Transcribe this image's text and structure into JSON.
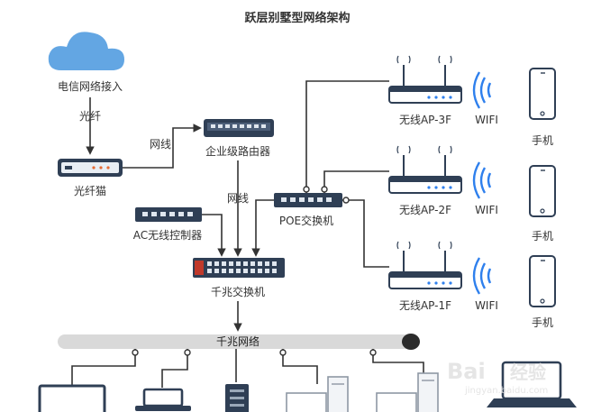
{
  "title": "跃层别墅型网络架构",
  "nodes": {
    "isp": "电信网络接入",
    "fiber": "光纤",
    "modem": "光纤猫",
    "cable1": "网线",
    "router": "企业级路由器",
    "cable2": "网线",
    "ac": "AC无线控制器",
    "poe": "POE交换机",
    "gigabit_switch": "千兆交换机",
    "backbone": "千兆网络"
  },
  "access_points": [
    {
      "label": "无线AP-3F",
      "wifi": "WIFI",
      "phone": "手机"
    },
    {
      "label": "无线AP-2F",
      "wifi": "WIFI",
      "phone": "手机"
    },
    {
      "label": "无线AP-1F",
      "wifi": "WIFI",
      "phone": "手机"
    }
  ],
  "watermark": {
    "brand": "Bai",
    "brand2": "经验",
    "url": "jingyan.baidu.com"
  },
  "colors": {
    "device": "#2f3f55",
    "accent": "#2f80ed",
    "line": "#333333",
    "cloud": "#63a6e3",
    "bus": "#d9d9d9"
  }
}
